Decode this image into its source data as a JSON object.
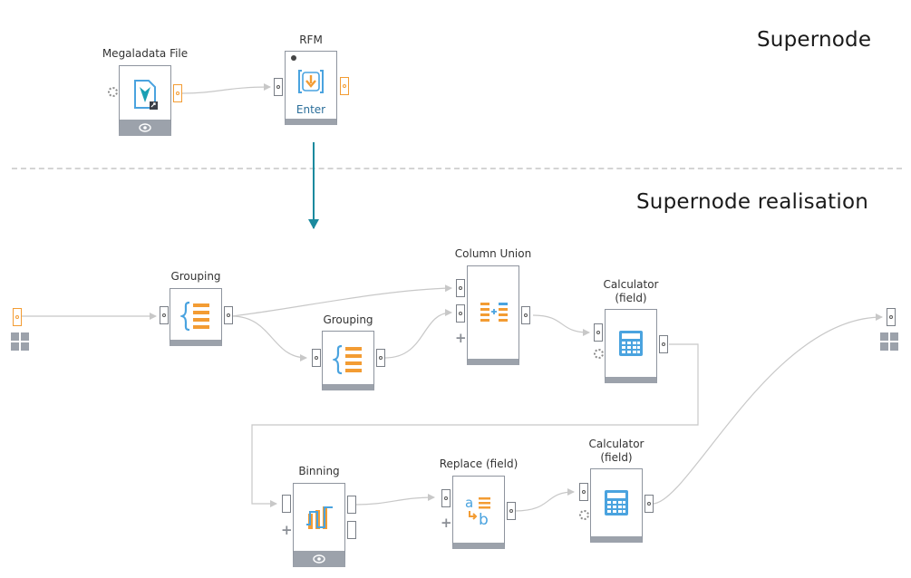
{
  "headings": {
    "supernode": "Supernode",
    "realisation": "Supernode realisation"
  },
  "nodes": {
    "megaladata_file": {
      "label": "Megaladata File",
      "icon": "file-import-icon"
    },
    "rfm": {
      "label": "RFM",
      "inner_label": "Enter",
      "icon": "supernode-enter-icon"
    },
    "grouping_1": {
      "label": "Grouping",
      "icon": "grouping-icon"
    },
    "grouping_2": {
      "label": "Grouping",
      "icon": "grouping-icon"
    },
    "column_union": {
      "label": "Column Union",
      "icon": "column-union-icon"
    },
    "calculator_1": {
      "label": "Calculator\n(field)",
      "icon": "calculator-icon"
    },
    "binning": {
      "label": "Binning",
      "icon": "binning-icon"
    },
    "replace_field": {
      "label": "Replace (field)",
      "icon": "replace-icon"
    },
    "calculator_2": {
      "label": "Calculator\n(field)",
      "icon": "calculator-icon"
    }
  },
  "colors": {
    "accent_orange": "#f39c33",
    "accent_blue": "#4aa3df",
    "arrow_teal": "#1b8a9e",
    "node_border": "#8e949e",
    "wire": "#c8c8c8"
  }
}
